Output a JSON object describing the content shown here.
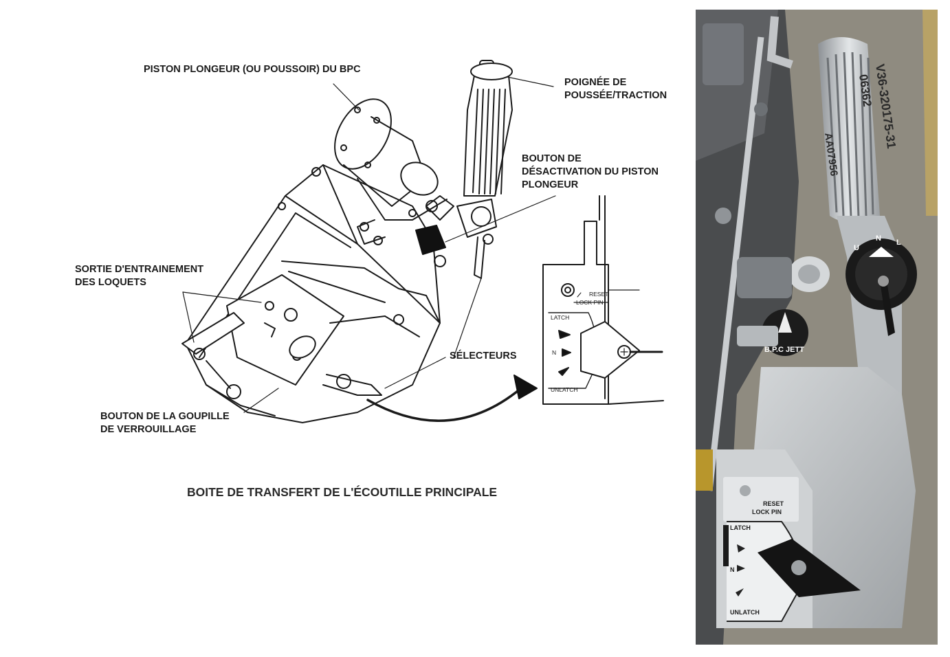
{
  "labels": {
    "piston": "PISTON PLONGEUR (OU POUSSOIR) DU BPC",
    "handle_1": "POIGNÉE DE",
    "handle_2": "POUSSÉE/TRACTION",
    "disable_1": "BOUTON DE",
    "disable_2": "DÉSACTIVATION DU PISTON",
    "disable_3": "PLONGEUR",
    "drive_1": "SORTIE D'ENTRAINEMENT",
    "drive_2": "DES LOQUETS",
    "selectors": "SÉLECTEURS",
    "lockpin_1": "BOUTON DE LA GOUPILLE",
    "lockpin_2": "DE VERROUILLAGE"
  },
  "title": "BOITE DE TRANSFERT DE L'ÉCOUTILLE PRINCIPALE",
  "inset_panel": {
    "reset_1": "RESET",
    "reset_2": "LOCK PIN",
    "latch": "LATCH",
    "neutral": "N",
    "unlatch": "UNLATCH"
  },
  "photo_markings": {
    "part_number": "V36-320175-31",
    "serial": "06362",
    "code": "AA07956",
    "bpc": "B.P.C JETT",
    "dial_u": "U",
    "dial_n": "N",
    "dial_l": "L",
    "reset_1": "RESET",
    "reset_2": "LOCK PIN",
    "latch": "LATCH",
    "neutral": "N",
    "unlatch": "UNLATCH"
  },
  "colors": {
    "ink": "#1a1a1a",
    "photo_background": "#4a4c4e",
    "metal": "#bfc3c6",
    "knob": "#161616"
  }
}
